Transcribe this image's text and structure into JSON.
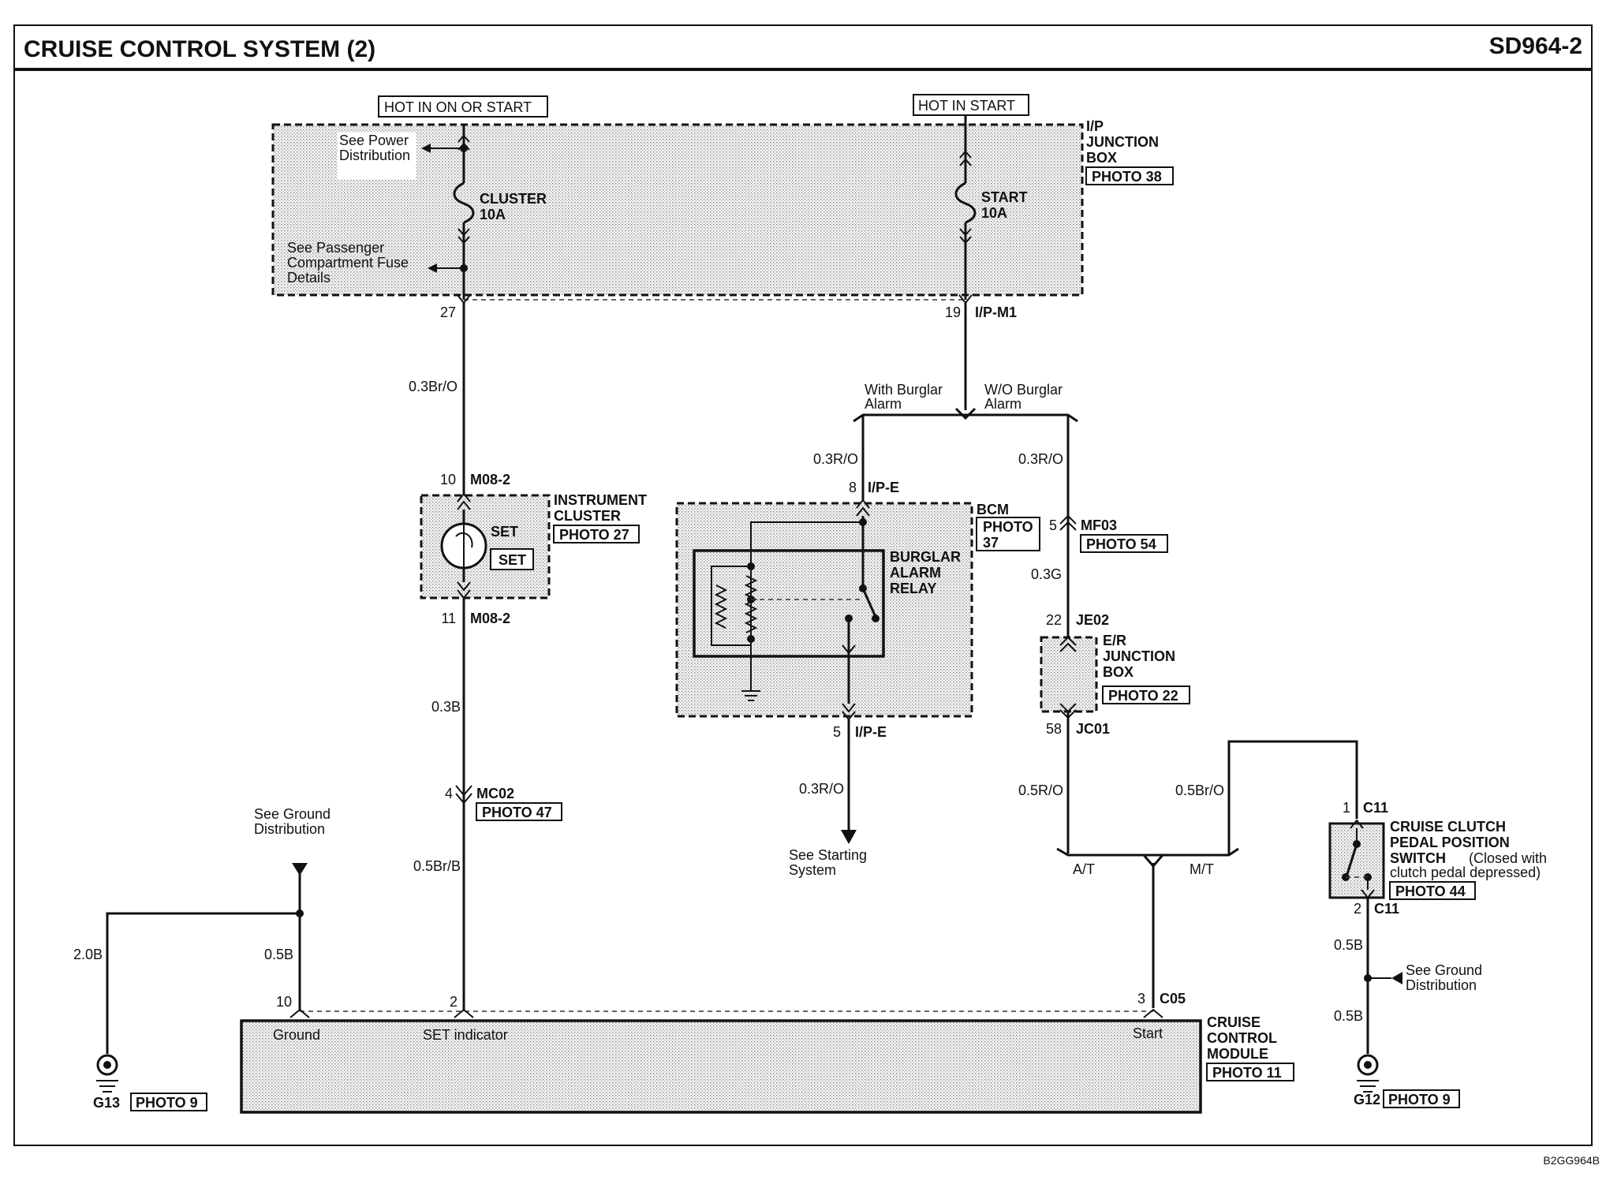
{
  "title": "CRUISE CONTROL SYSTEM (2)",
  "page_code": "SD964-2",
  "drawing_code": "B2GG964B",
  "power": {
    "hot_on_start": "HOT IN ON OR START",
    "hot_start": "HOT IN START"
  },
  "ip_junction_box": {
    "label": [
      "I/P",
      "JUNCTION",
      "BOX"
    ],
    "photo": "PHOTO 38",
    "see_power": [
      "See Power",
      "Distribution"
    ],
    "see_passenger": [
      "See Passenger",
      "Compartment Fuse",
      "Details"
    ],
    "fuse_cluster": [
      "CLUSTER",
      "10A"
    ],
    "fuse_start": [
      "START",
      "10A"
    ],
    "pin_left": "27",
    "pin_right": "19",
    "connector": "I/P-M1"
  },
  "wires": {
    "w1": "0.3Br/O",
    "w2": "0.3B",
    "w3": "0.5Br/B",
    "w4": "0.3R/O",
    "w5": "0.3R/O",
    "w6": "0.3R/O",
    "w7": "0.3G",
    "w8": "0.5R/O",
    "w9": "0.5Br/O",
    "w10": "2.0B",
    "w11": "0.5B",
    "w12": "0.5B",
    "w13": "0.5B"
  },
  "branch": {
    "with_alarm": [
      "With Burglar",
      "Alarm"
    ],
    "wo_alarm": [
      "W/O Burglar",
      "Alarm"
    ]
  },
  "instrument_cluster": {
    "label": [
      "INSTRUMENT",
      "CLUSTER"
    ],
    "photo": "PHOTO 27",
    "lamp_label": "SET",
    "lamp_box": "SET",
    "pin_top": "10",
    "conn_top": "M08-2",
    "pin_bottom": "11",
    "conn_bottom": "M08-2"
  },
  "mc02": {
    "pin": "4",
    "conn": "MC02",
    "photo": "PHOTO 47"
  },
  "bcm": {
    "label": "BCM",
    "photo": [
      "PHOTO",
      "37"
    ],
    "relay": [
      "BURGLAR",
      "ALARM",
      "RELAY"
    ],
    "pin_top": "8",
    "conn_top": "I/P-E",
    "pin_bottom": "5",
    "conn_bottom": "I/P-E",
    "see_starting": [
      "See Starting",
      "System"
    ]
  },
  "mf03": {
    "pin": "5",
    "conn": "MF03",
    "photo": "PHOTO 54"
  },
  "er_box": {
    "pin_top": "22",
    "conn_top": "JE02",
    "label": [
      "E/R",
      "JUNCTION",
      "BOX"
    ],
    "photo": "PHOTO 22",
    "pin_bottom": "58",
    "conn_bottom": "JC01"
  },
  "trans": {
    "at": "A/T",
    "mt": "M/T"
  },
  "clutch_switch": {
    "pin_top": "1",
    "conn_top": "C11",
    "pin_bottom": "2",
    "conn_bottom": "C11",
    "label": [
      "CRUISE CLUTCH",
      "PEDAL POSITION",
      "SWITCH"
    ],
    "note": [
      "(Closed with",
      "clutch pedal depressed)"
    ],
    "photo": "PHOTO 44"
  },
  "module": {
    "label": [
      "CRUISE",
      "CONTROL",
      "MODULE"
    ],
    "photo": "PHOTO 11",
    "pin_ground": "10",
    "pin_set": "2",
    "pin_start": "3",
    "conn_start": "C05",
    "term_ground": "Ground",
    "term_set": "SET indicator",
    "term_start": "Start"
  },
  "ground_left": {
    "see": [
      "See Ground",
      "Distribution"
    ],
    "name": "G13",
    "photo": "PHOTO 9"
  },
  "ground_right": {
    "see": [
      "See Ground",
      "Distribution"
    ],
    "name": "G12",
    "photo": "PHOTO 9"
  }
}
